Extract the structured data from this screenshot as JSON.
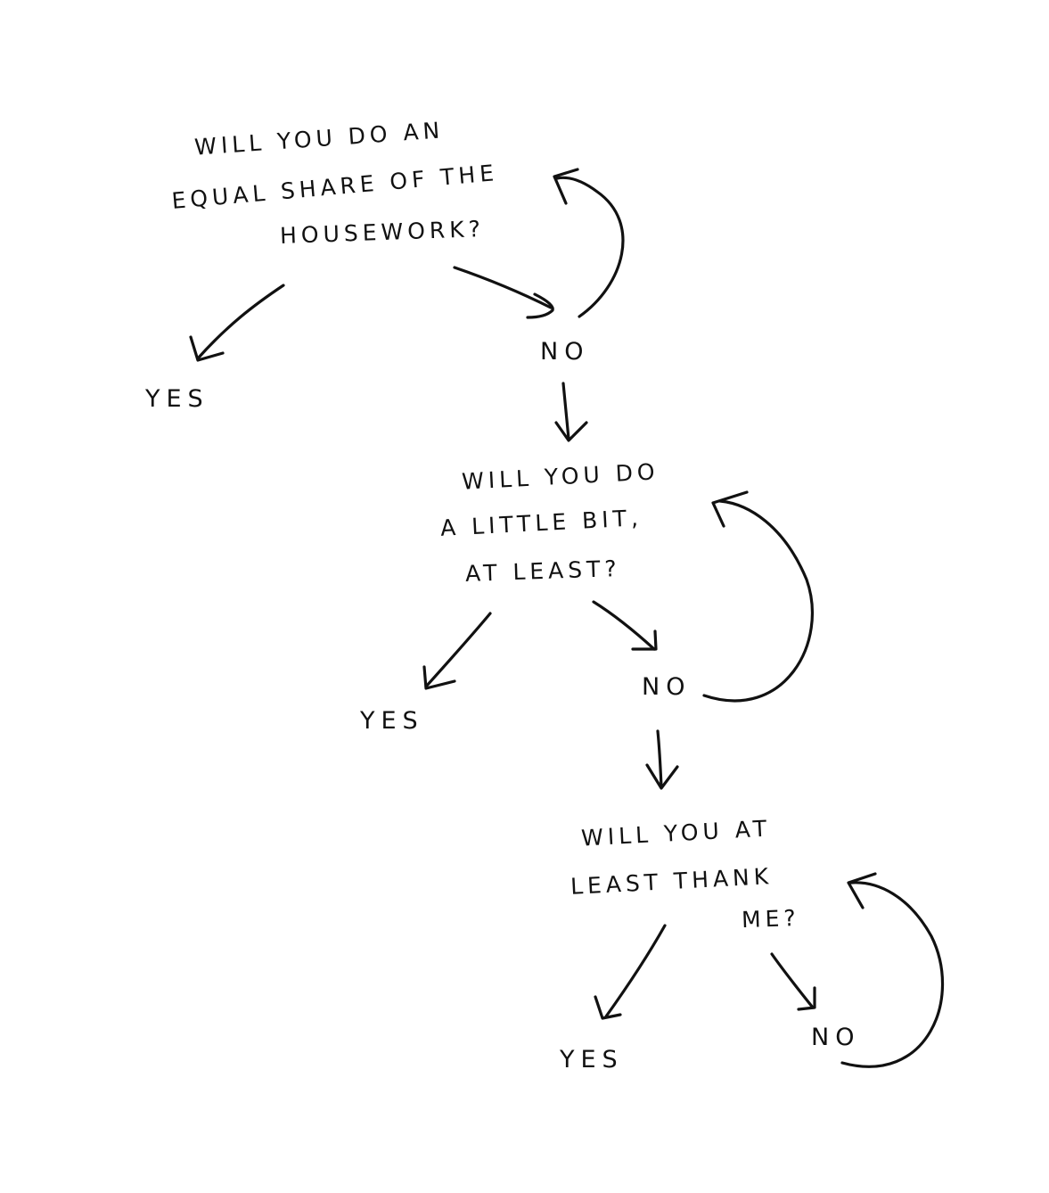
{
  "nodes": {
    "q1": {
      "line1": "WILL YOU DO AN",
      "line2": "EQUAL SHARE OF THE",
      "line3": "HOUSEWORK?"
    },
    "q1_yes": "YES",
    "q1_no": "NO",
    "q2": {
      "line1": "WILL YOU DO",
      "line2": "A LITTLE BIT,",
      "line3": "AT LEAST?"
    },
    "q2_yes": "YES",
    "q2_no": "NO",
    "q3": {
      "line1": "WILL YOU AT",
      "line2": "LEAST THANK",
      "line3": "ME?"
    },
    "q3_yes": "YES",
    "q3_no": "NO"
  },
  "colors": {
    "ink": "#111111",
    "paper": "#ffffff"
  }
}
